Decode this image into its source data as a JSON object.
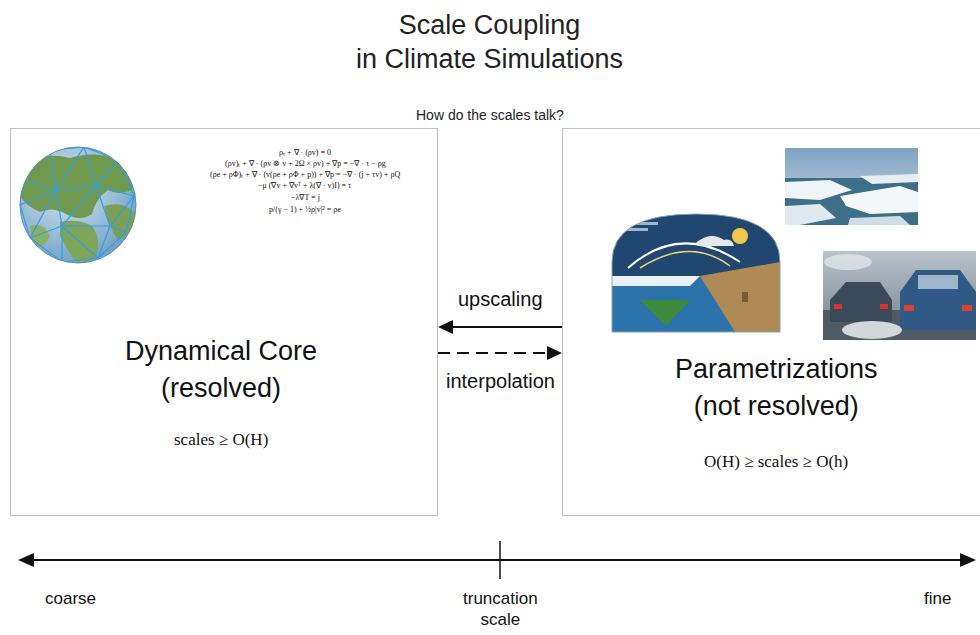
{
  "diagram": {
    "title": "Scale Coupling in Climate Simulations",
    "nodes": [
      {
        "text": [
          "Dynamical Core (resolved)",
          "scales ≥ O(H)"
        ]
      },
      {
        "text": [
          "Parametrizations (not resolved)",
          "O(H) ≥ scales ≥ O(h)"
        ]
      }
    ],
    "edges": [
      {
        "from": 1,
        "to": 0,
        "arrow": "to",
        "label": "upscaling"
      },
      {
        "from": 0,
        "to": 1,
        "arrow": "to",
        "label": "interpolation"
      }
    ],
    "labels": [
      "How do the scales talk?",
      "ρₜ + ∇ · (ρv) = 0",
      "(ρv)ₜ + ∇ · (ρv ⊗ v + 2Ω × ρv) + ∇p = −∇ · τ − ρg",
      "(ρe + ρΦ)ₜ + ∇ · (v(ρe + ρΦ + p)) + ∇p = −∇ · (j + τv) + ρQ",
      "−μ (∇v + ∇vᵀ + λ(∇ · v)I) = τ",
      "−λ∇T = j",
      "p/(γ − 1) + ½ρ|v|² = ρe",
      "coarse",
      "truncation scale",
      "fine"
    ]
  }
}
